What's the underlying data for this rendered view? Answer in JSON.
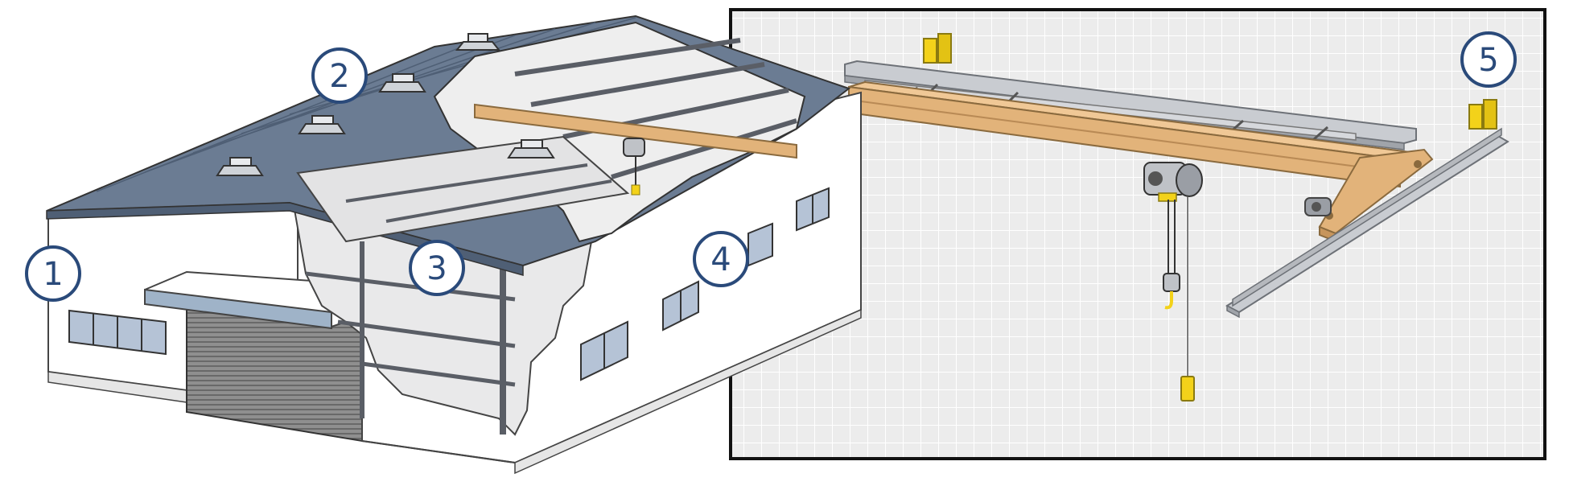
{
  "callouts": [
    {
      "label": "1"
    },
    {
      "label": "2"
    },
    {
      "label": "3"
    },
    {
      "label": "4"
    },
    {
      "label": "5"
    }
  ],
  "colors": {
    "roof": "#6b7c93",
    "roof_dark": "#4f5f75",
    "wall": "#ffffff",
    "beam": "#e2b37a",
    "rail": "#b5b8bd",
    "accent": "#f3d21a",
    "callout_ring": "#2a4a7a",
    "grid_bg": "#ececec",
    "grid_line": "#ffffff"
  }
}
